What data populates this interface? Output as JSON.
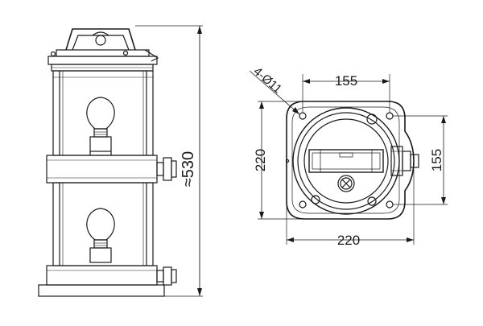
{
  "drawing": {
    "side_view": {
      "height_dimension": "≈530"
    },
    "top_view": {
      "hole_callout": "4-Ø11",
      "hole_spacing_top": "155",
      "hole_spacing_right": "155",
      "flange_height": "220",
      "flange_width": "220"
    }
  },
  "colors": {
    "line": "#1a1a1a",
    "background": "#ffffff"
  }
}
